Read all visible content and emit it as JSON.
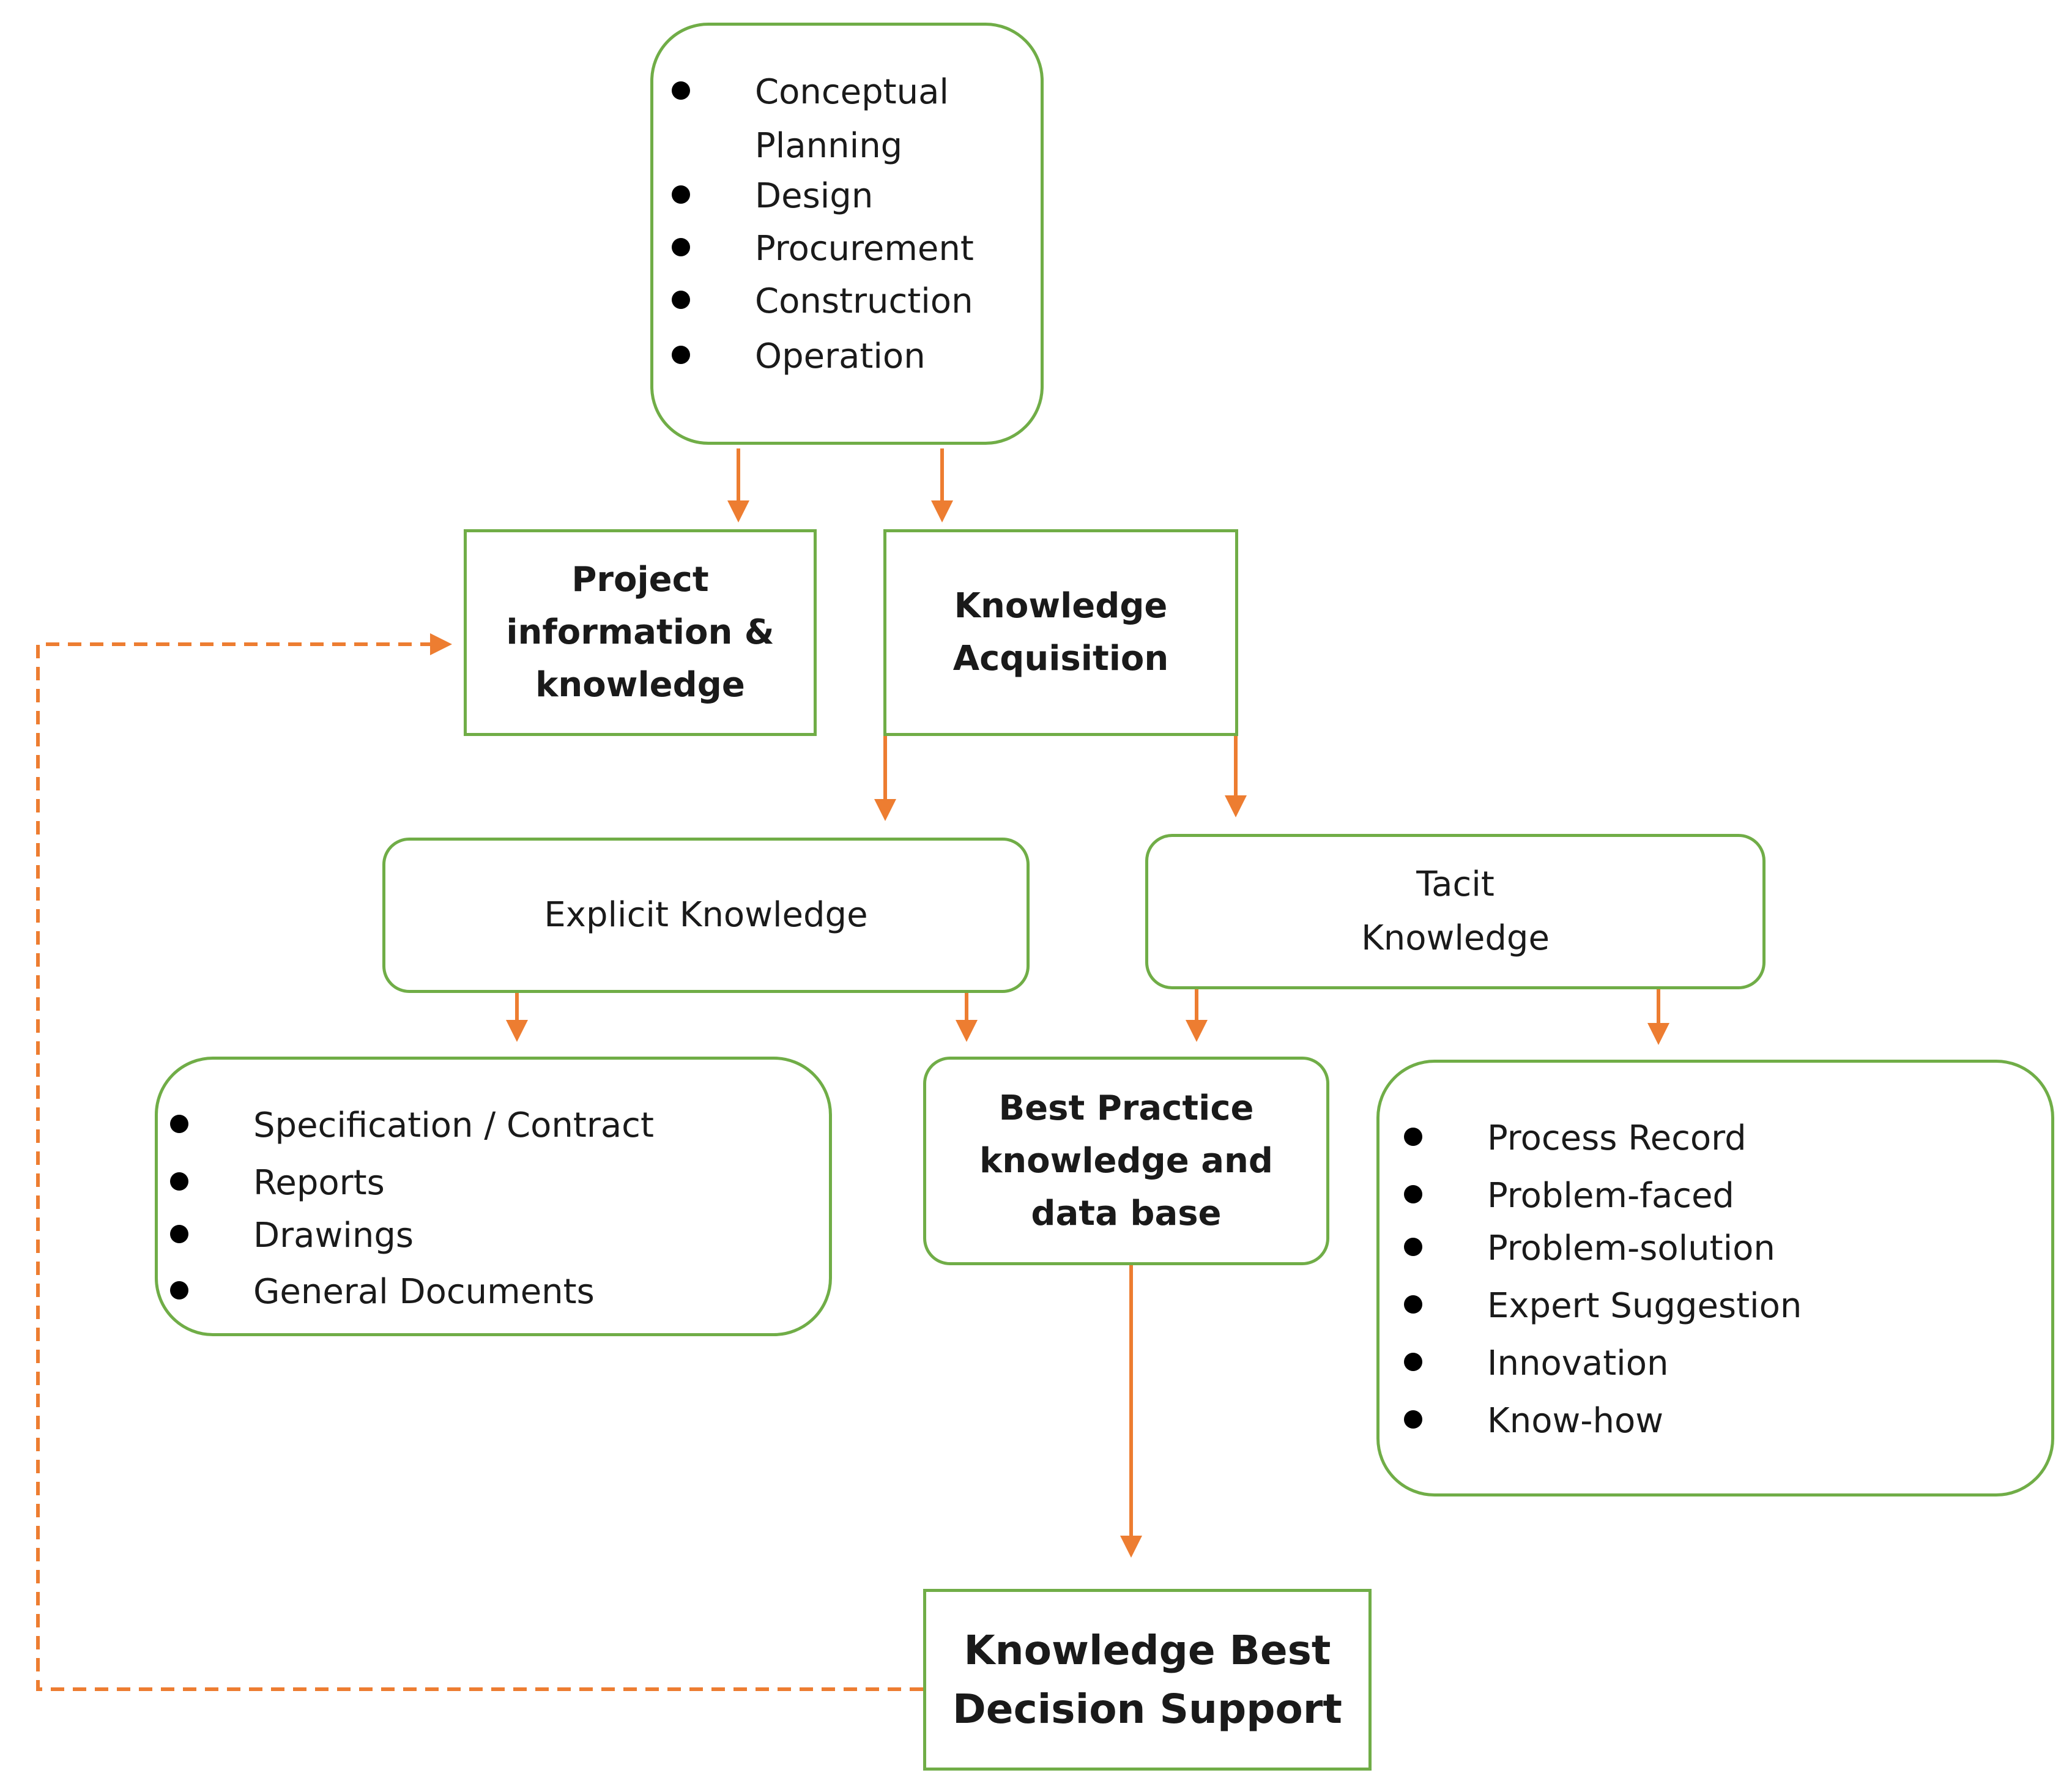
{
  "colors": {
    "box_border": "#70ad47",
    "arrow": "#ed7d31",
    "text": "#1a1a1a"
  },
  "nodes": {
    "project_phases": {
      "items": [
        "Conceptual\nPlanning",
        "Design",
        "Procurement",
        "Construction",
        "Operation"
      ]
    },
    "project_info": {
      "label": "Project\ninformation &\nknowledge"
    },
    "knowledge_acquisition": {
      "label": "Knowledge\nAcquisition"
    },
    "explicit_knowledge": {
      "label": "Explicit Knowledge"
    },
    "tacit_knowledge": {
      "label": "Tacit\nKnowledge"
    },
    "explicit_documents": {
      "items": [
        "Specification / Contract",
        "Reports",
        "Drawings",
        "General Documents"
      ]
    },
    "best_practice": {
      "label": "Best Practice\nknowledge and\ndata base"
    },
    "tacit_items": {
      "items": [
        "Process Record",
        "Problem-faced",
        "Problem-solution",
        "Expert Suggestion",
        "Innovation",
        "Know-how"
      ]
    },
    "decision_support": {
      "label": "Knowledge Best\nDecision Support"
    }
  }
}
